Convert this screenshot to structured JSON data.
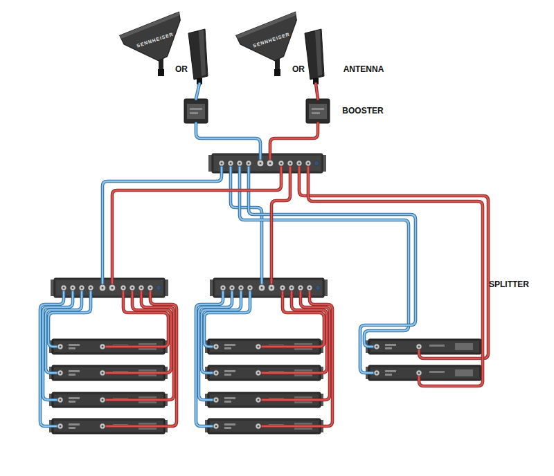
{
  "diagram": {
    "labels": [
      "SENNHEISER",
      "OR",
      "SENNHEISER",
      "OR",
      "ANTENNA",
      "BOOSTER",
      "SPLITTER"
    ]
  }
}
